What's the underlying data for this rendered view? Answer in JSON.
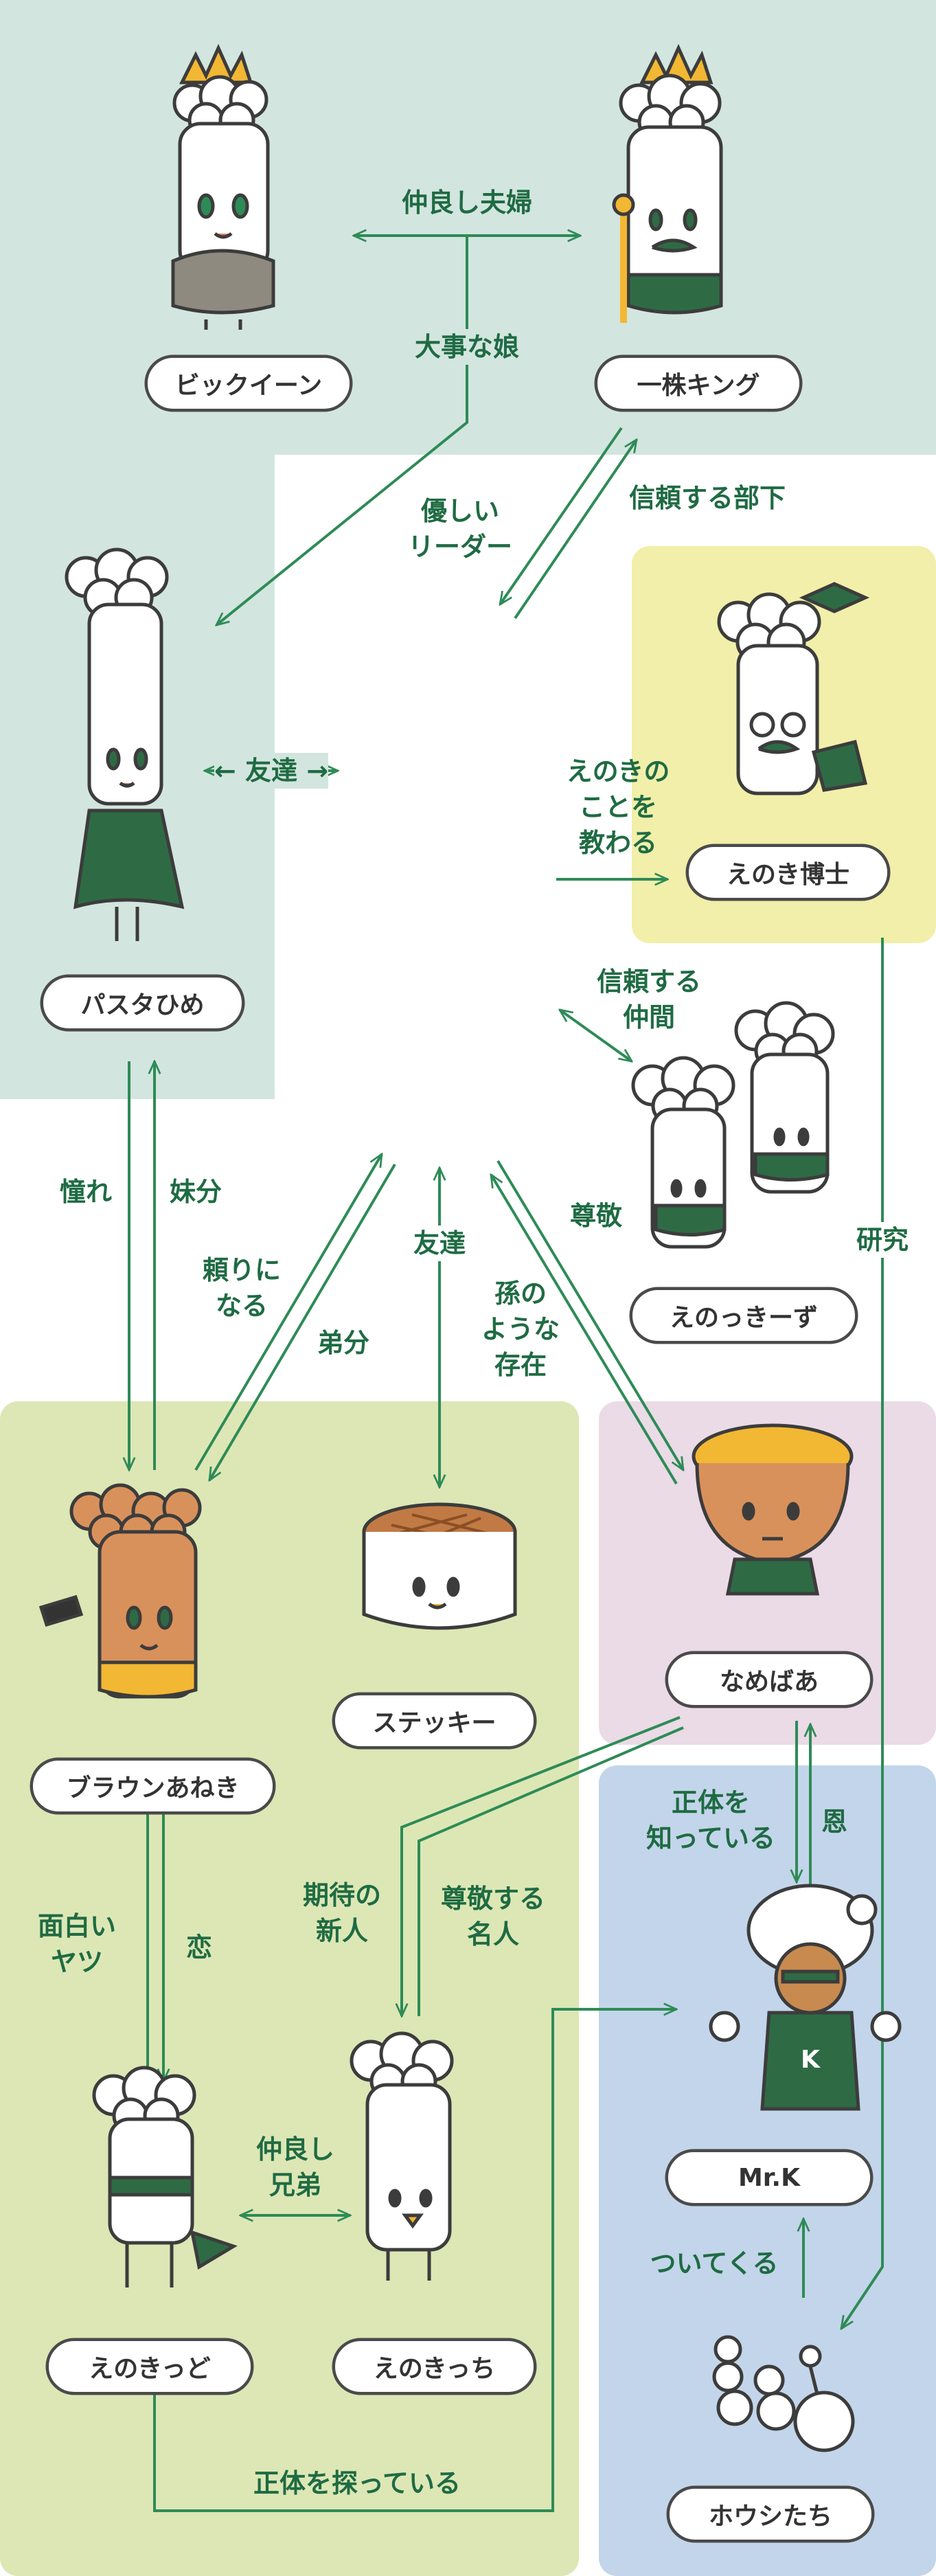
{
  "colors": {
    "teal_bg": "#d3e5df",
    "yellow_bg": "#f1efa9",
    "green_bg": "#dce7b5",
    "purple_bg": "#eadbe6",
    "blue_bg": "#c3d5ea",
    "arrow": "#2e8b57",
    "text": "#1f6b43",
    "outline": "#4a4a4a"
  },
  "characters": {
    "big_queen": "ビックイーン",
    "king": "一株キング",
    "pasta_hime": "パスタひめ",
    "hakase": "えのき博士",
    "enokkies": "えのっきーず",
    "brown": "ブラウンあねき",
    "sticky": "ステッキー",
    "nameba": "なめばあ",
    "mrk": "Mr.K",
    "kid": "えのきっど",
    "kicchi": "えのきっち",
    "houshi": "ホウシたち"
  },
  "relations": {
    "nakayoshi_fuufu": "仲良し夫婦",
    "daiji_na_musume": "大事な娘",
    "yasashii_leader": "優しい\nリーダー",
    "shinrai_buka": "信頼する部下",
    "tomodachi_1": "← 友達 →",
    "osowaru": "えのきの\nことを\n教わる",
    "shinrai_nakama": "信頼する\n仲間",
    "akogare": "憧れ",
    "imoutobun": "妹分",
    "tayori": "頼りに\nなる",
    "otoutobun": "弟分",
    "tomodachi_2": "友達",
    "mago": "孫の\nような\n存在",
    "sonkei": "尊敬",
    "kenkyu": "研究",
    "omoshiroi": "面白い\nヤツ",
    "koi": "恋",
    "kitai": "期待の\n新人",
    "sonkei_meijin": "尊敬する\n名人",
    "shotai_shitte": "正体を\n知っている",
    "on": "恩",
    "nakayoshi_kyoudai": "仲良し\n兄弟",
    "tsuitekuru": "ついてくる",
    "shotai_sagashi": "正体を探っている"
  }
}
